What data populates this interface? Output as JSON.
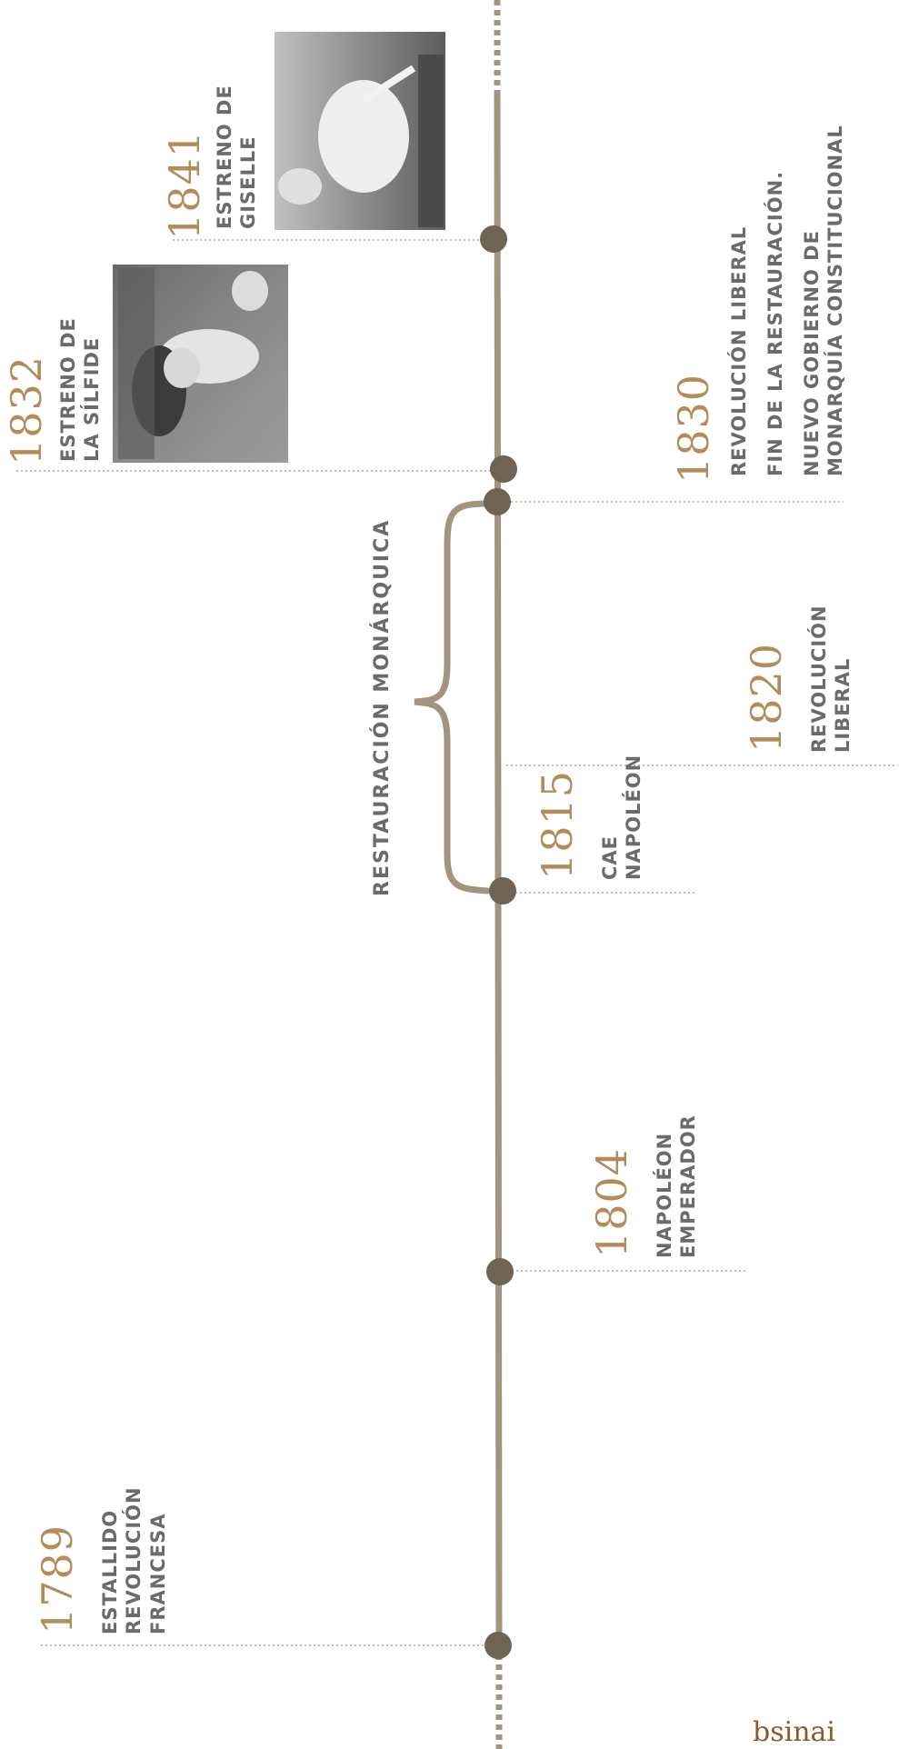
{
  "colors": {
    "axis": "#a39480",
    "dot": "#6f6354",
    "year": "#b08d5a",
    "text": "#6b6b6b",
    "brace": "#a39480"
  },
  "events": [
    {
      "year": "1789",
      "lines": [
        "ESTALLIDO",
        "REVOLUCIÓN",
        "FRANCESA"
      ]
    },
    {
      "year": "1804",
      "lines": [
        "NAPOLÉON",
        "EMPERADOR"
      ]
    },
    {
      "year": "1815",
      "lines": [
        "CAE",
        "NAPOLÉON"
      ]
    },
    {
      "year": "1820",
      "lines": [
        "REVOLUCIÓN",
        "LIBERAL"
      ]
    },
    {
      "year": "1830",
      "lines": [
        "REVOLUCIÓN LIBERAL",
        "FIN DE LA RESTAURACIÓN.",
        "NUEVO GOBIERNO DE",
        "MONARQUÍA CONSTITUCIONAL"
      ]
    },
    {
      "year": "1832",
      "lines": [
        "ESTRENO DE",
        "LA SÍLFIDE"
      ]
    },
    {
      "year": "1841",
      "lines": [
        "ESTRENO DE",
        "GISELLE"
      ]
    }
  ],
  "era": {
    "label": "RESTAURACIÓN MONÁRQUICA"
  },
  "images": [
    {
      "name": "la-silfide-engraving"
    },
    {
      "name": "giselle-engraving"
    }
  ],
  "brand": "bsinai"
}
